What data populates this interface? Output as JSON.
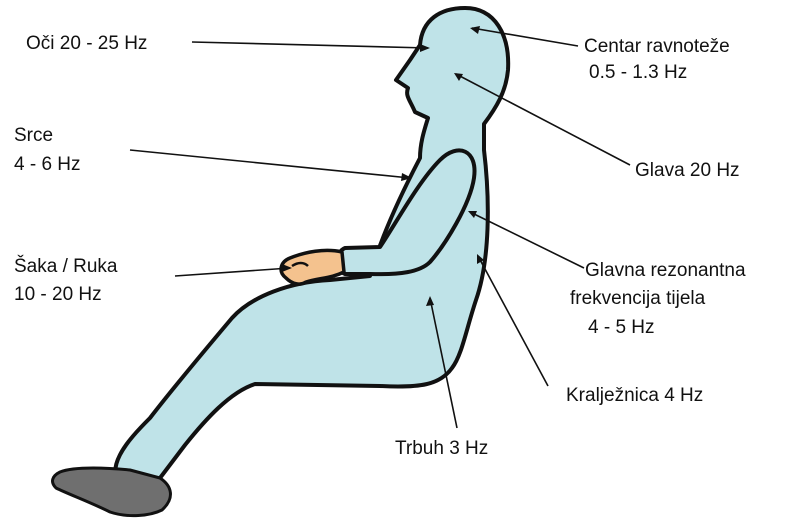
{
  "colors": {
    "body_fill": "#bfe3e8",
    "outline": "#111111",
    "hand_fill": "#f4c28e",
    "shoe_fill": "#6f6f6f"
  },
  "labels": {
    "eyes": "Oči 20 - 25 Hz",
    "balance_title": "Centar ravnoteže",
    "balance_value": "0.5 - 1.3 Hz",
    "heart_title": "Srce",
    "heart_value": "4 - 6 Hz",
    "head": "Glava 20 Hz",
    "hand_title": "Šaka / Ruka",
    "hand_value": "10 - 20 Hz",
    "resonance_line1": "Glavna rezonantna",
    "resonance_line2": "frekvencija tijela",
    "resonance_line3": "4 - 5 Hz",
    "spine": "Kralježnica 4 Hz",
    "abdomen": "Trbuh 3 Hz"
  }
}
